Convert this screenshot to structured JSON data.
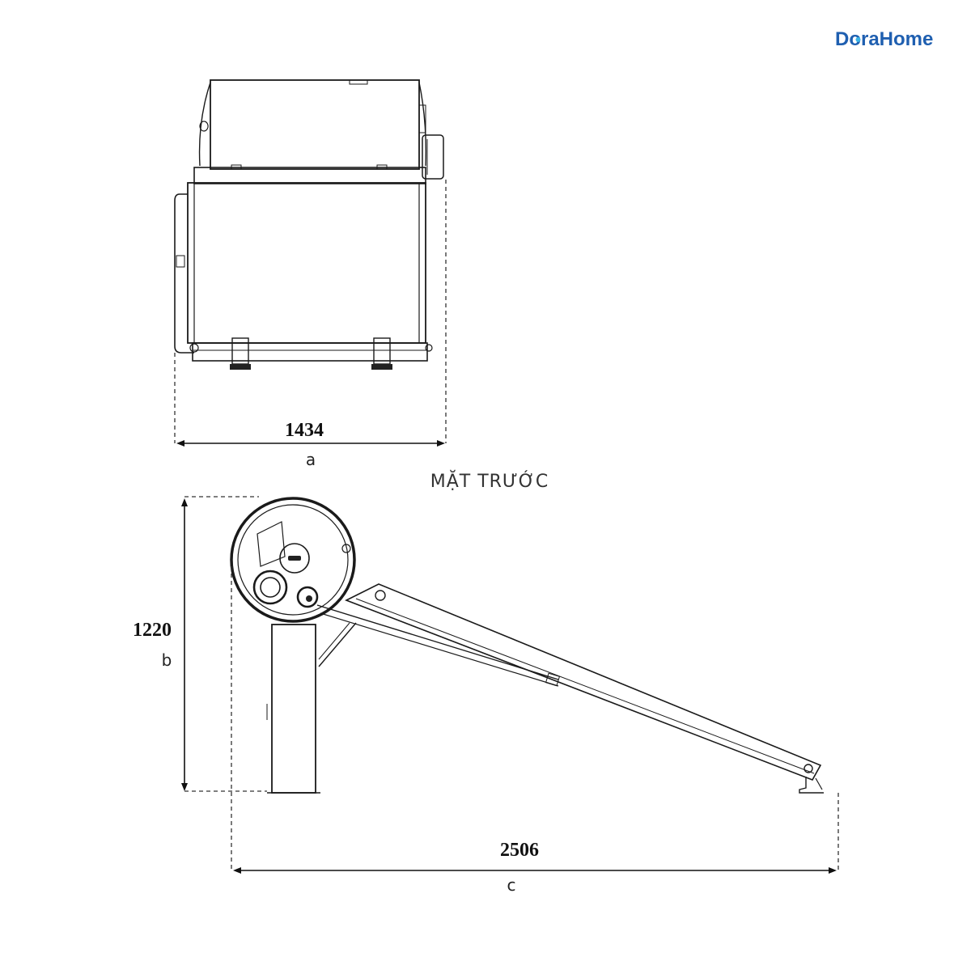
{
  "brand": {
    "name": "DoraHome",
    "color": "#1f5fb0",
    "accent": "#3bb4e6"
  },
  "front_view": {
    "caption": "MẶT TRƯỚC",
    "width_value": "1434",
    "width_letter": "a"
  },
  "side_view": {
    "height_value": "1220",
    "height_letter": "b",
    "length_value": "2506",
    "length_letter": "c"
  }
}
